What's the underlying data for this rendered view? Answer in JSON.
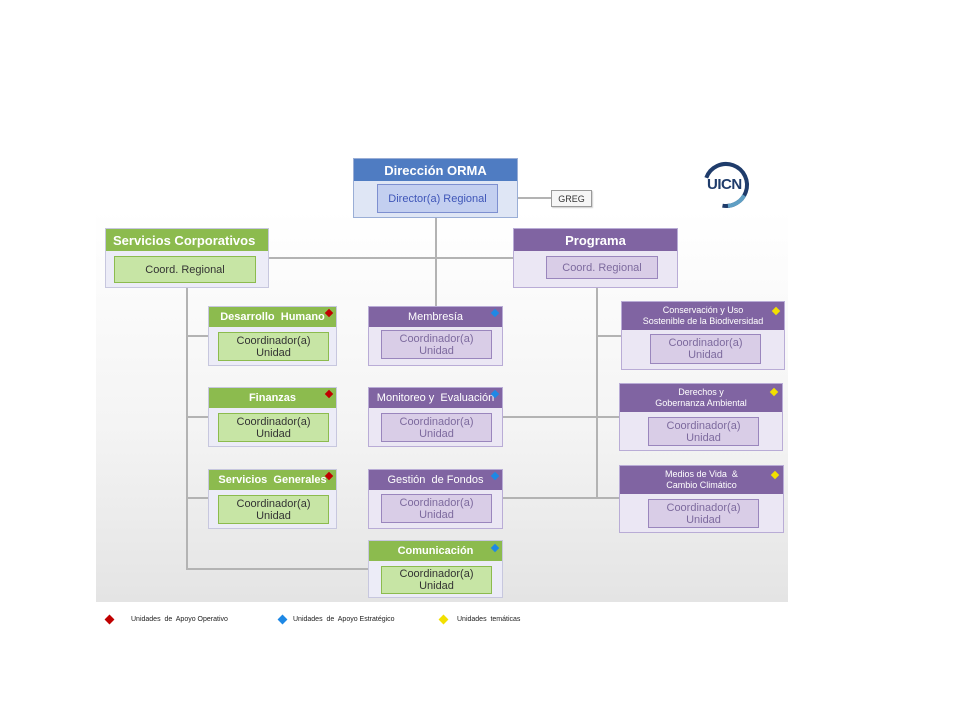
{
  "top": {
    "title": "Dirección ORMA",
    "inner": "Director(a) Regional",
    "greg": "GREG"
  },
  "logo": {
    "text": "UICN"
  },
  "corporativos": {
    "title": "Servicios Corporativos",
    "inner": "Coord. Regional"
  },
  "programa": {
    "title": "Programa",
    "inner": "Coord. Regional"
  },
  "green_units": [
    {
      "title": "Desarrollo  Humano",
      "inner": "Coordinador(a)\nUnidad"
    },
    {
      "title": "Finanzas",
      "inner": "Coordinador(a)\nUnidad"
    },
    {
      "title": "Servicios  Generales",
      "inner": "Coordinador(a)\nUnidad"
    }
  ],
  "purple_units": [
    {
      "title": "Membresía",
      "inner": "Coordinador(a)\nUnidad"
    },
    {
      "title": "Monitoreo y  Evaluación",
      "inner": "Coordinador(a)\nUnidad"
    },
    {
      "title": "Gestión  de Fondos",
      "inner": "Coordinador(a)\nUnidad"
    }
  ],
  "comunicacion": {
    "title": "Comunicación",
    "inner": "Coordinador(a)\nUnidad"
  },
  "thematic_units": [
    {
      "title": "Conservación y Uso\nSostenible de la Biodiversidad",
      "inner": "Coordinador(a)\nUnidad"
    },
    {
      "title": "Derechos y\nGobernanza Ambiental",
      "inner": "Coordinador(a)\nUnidad"
    },
    {
      "title": "Medios de Vida  &\nCambio Climático",
      "inner": "Coordinador(a)\nUnidad"
    }
  ],
  "legend": [
    {
      "label": "Unidades  de  Apoyo Operativo",
      "color": "#c00000"
    },
    {
      "label": "Unidades  de  Apoyo Estratégico",
      "color": "#1e88e5"
    },
    {
      "label": "Unidades  temáticas",
      "color": "#f2e000"
    }
  ],
  "colors": {
    "blue_header": "#4f7cc2",
    "green_header": "#8cbb4e",
    "purple_header": "#8064a2",
    "operativo": "#c00000",
    "estrategico": "#1e88e5",
    "tematico": "#f2e000"
  }
}
